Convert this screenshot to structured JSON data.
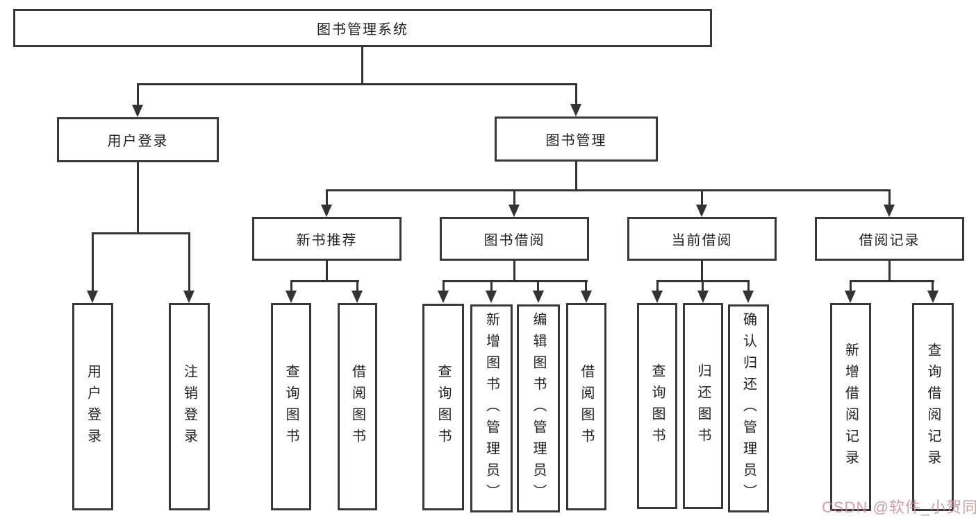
{
  "root": {
    "label": "图书管理系统"
  },
  "branches": [
    {
      "label": "用户登录",
      "children": [
        {
          "label": "用户登录"
        },
        {
          "label": "注销登录"
        }
      ]
    },
    {
      "label": "图书管理",
      "children": [
        {
          "label": "新书推荐",
          "children": [
            {
              "label": "查询图书"
            },
            {
              "label": "借阅图书"
            }
          ]
        },
        {
          "label": "图书借阅",
          "children": [
            {
              "label": "查询图书"
            },
            {
              "label": "新增图书（管理员）"
            },
            {
              "label": "编辑图书（管理员）"
            },
            {
              "label": "借阅图书"
            }
          ]
        },
        {
          "label": "当前借阅",
          "children": [
            {
              "label": "查询图书"
            },
            {
              "label": "归还图书"
            },
            {
              "label": "确认归还（管理员）"
            }
          ]
        },
        {
          "label": "借阅记录",
          "children": [
            {
              "label": "新增借阅记录"
            },
            {
              "label": "查询借阅记录"
            }
          ]
        }
      ]
    }
  ],
  "watermark": {
    "text": "CSDN @软件_小贺同学"
  },
  "colors": {
    "line": "#333333",
    "border": "#383838",
    "watermark": "#c98c96"
  }
}
